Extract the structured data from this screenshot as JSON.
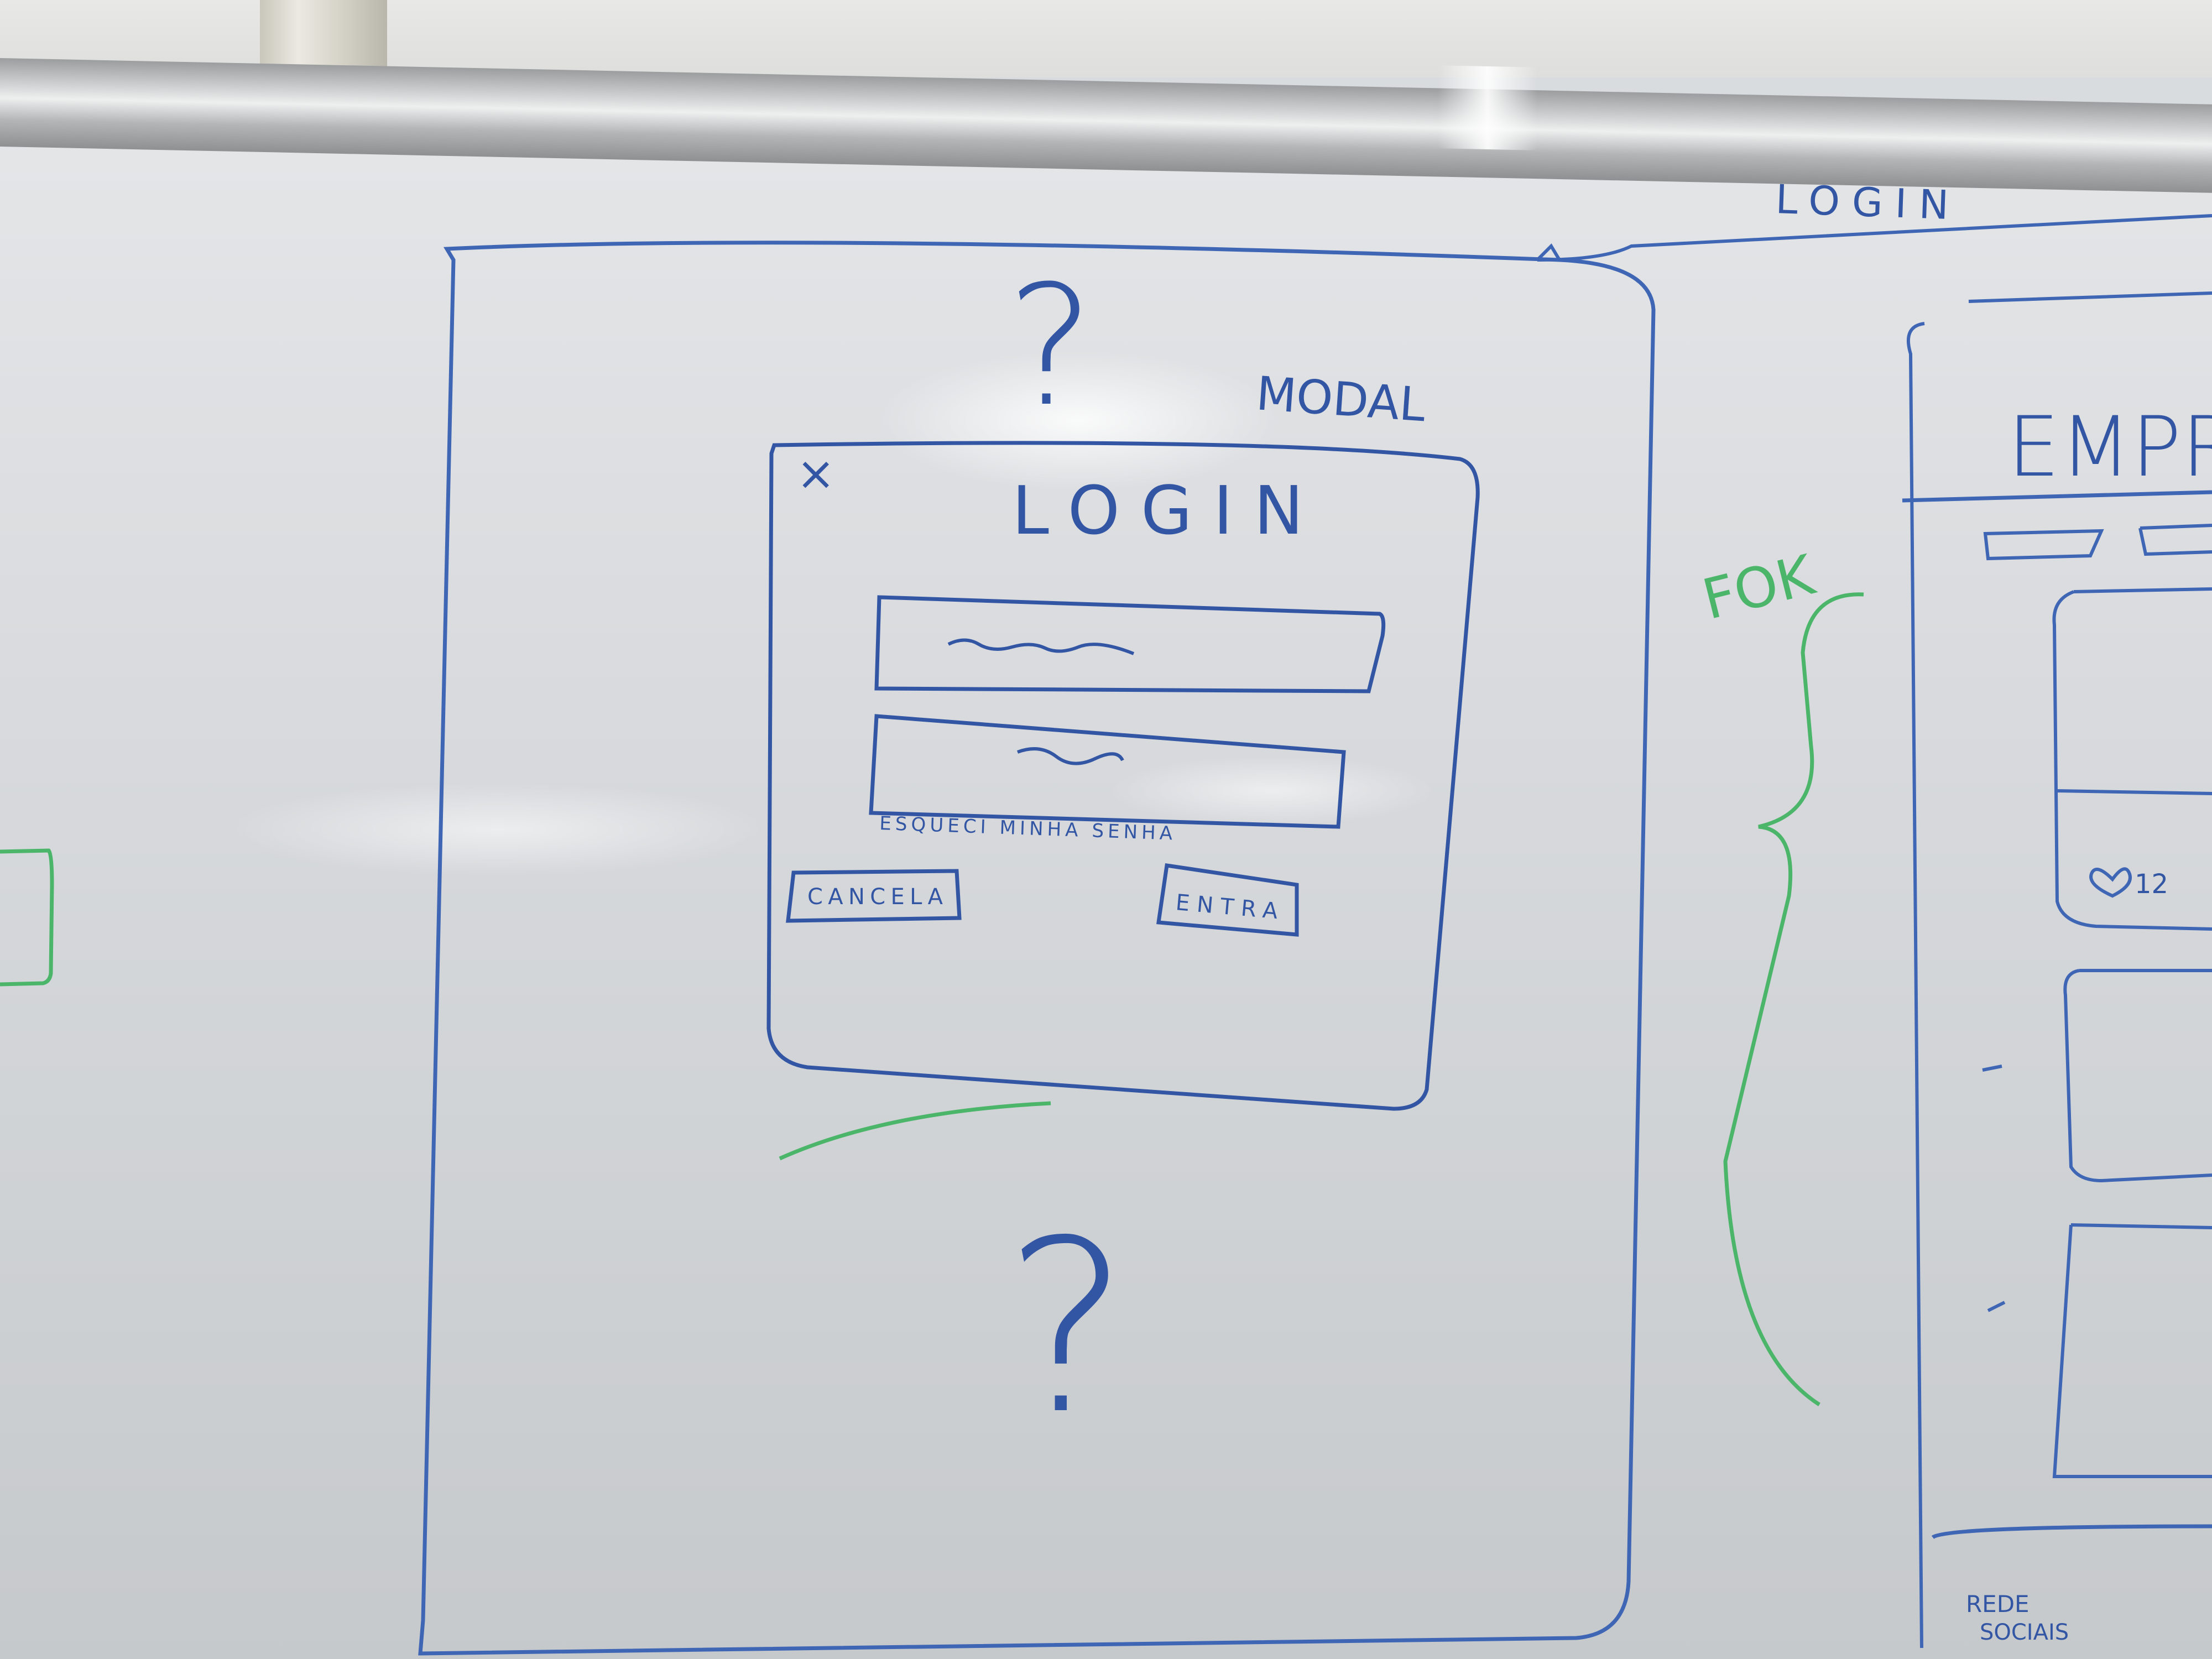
{
  "board": {
    "header_label": "LOGIN",
    "modal_note": "MODAL",
    "fork_note": "FOK",
    "question_top": "?",
    "question_bottom": "?"
  },
  "modal": {
    "close_glyph": "×",
    "title": "LOGIN",
    "forgot_link": "ESQUECI MINHA SENHA",
    "cancel_label": "CANCELA",
    "submit_label": "ENTRA"
  },
  "right_wireframe": {
    "title": "EMPRE",
    "likes_count": "12",
    "footer_label_1": "REDE",
    "footer_label_2": "SOCIAIS"
  },
  "colors": {
    "blue_marker": "#3356a4",
    "green_marker": "#4bb56a"
  }
}
